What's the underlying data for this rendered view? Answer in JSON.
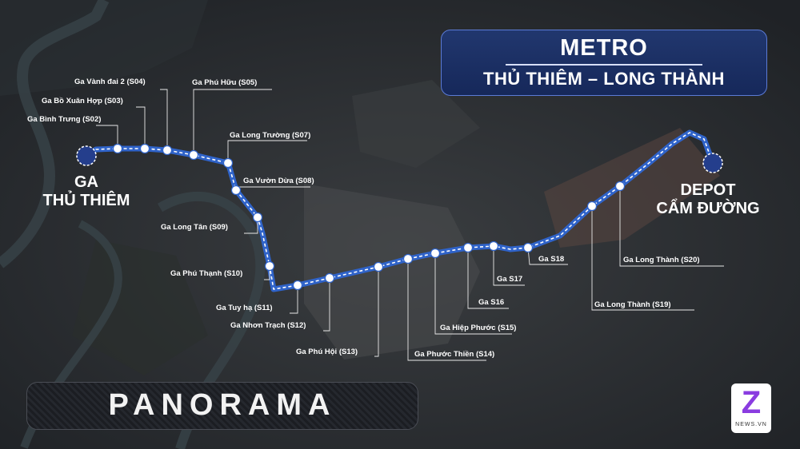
{
  "title": {
    "line1": "METRO",
    "line2": "THỦ THIÊM – LONG THÀNH"
  },
  "terminals": {
    "start_line1": "GA",
    "start_line2": "THỦ THIÊM",
    "end_line1": "DEPOT",
    "end_line2": "CẨM ĐƯỜNG"
  },
  "stations": [
    {
      "label": "Ga Bình Trưng (S02)"
    },
    {
      "label": "Ga Bồ Xuân Hợp (S03)"
    },
    {
      "label": "Ga Vành đai 2 (S04)"
    },
    {
      "label": "Ga Phú Hữu (S05)"
    },
    {
      "label": "Ga Long Trường (S07)"
    },
    {
      "label": "Ga Vườn Dừa (S08)"
    },
    {
      "label": "Ga Long Tân (S09)"
    },
    {
      "label": "Ga Phú Thạnh (S10)"
    },
    {
      "label": "Ga Tuy hạ (S11)"
    },
    {
      "label": "Ga Nhơn Trạch (S12)"
    },
    {
      "label": "Ga Phú Hội (S13)"
    },
    {
      "label": "Ga Phước Thiền (S14)"
    },
    {
      "label": "Ga Hiệp Phước (S15)"
    },
    {
      "label": "Ga S16"
    },
    {
      "label": "Ga S17"
    },
    {
      "label": "Ga S18"
    },
    {
      "label": "Ga Long Thành (S19)"
    },
    {
      "label": "Ga Long Thành (S20)"
    }
  ],
  "brand": {
    "panorama": "PANORAMA",
    "logo_letter": "Z",
    "logo_sub": "NEWS.VN"
  },
  "colors": {
    "route": "#2f63c9",
    "route_dash": "#ffffff",
    "terminal": "#243e8c",
    "title_bg": "#1a2d62",
    "logo": "#8a3ce0"
  }
}
